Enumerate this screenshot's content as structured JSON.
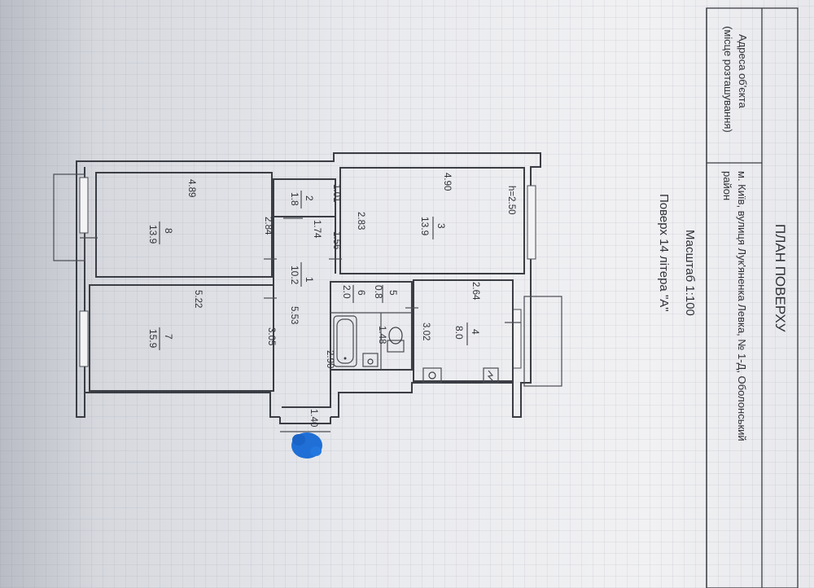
{
  "title_block": {
    "title": "ПЛАН ПОВЕРХУ",
    "address_label_line1": "Адреса об'єкта",
    "address_label_line2": "(місце розташування)",
    "address_line1": "м. Київ, вулиця Лук'яненка Левка, № 1-Д, Оболонський",
    "address_line2": "район",
    "scale": "Масштаб 1:100",
    "floor": "Поверх 14 літера \"А\""
  },
  "height_note": "h=2.50",
  "rooms": [
    {
      "id": "8",
      "area": "13.9"
    },
    {
      "id": "7",
      "area": "15.9"
    },
    {
      "id": "2",
      "area": "1.8"
    },
    {
      "id": "1",
      "area": "10.2"
    },
    {
      "id": "3",
      "area": "13.9"
    },
    {
      "id": "5",
      "area": "0.8"
    },
    {
      "id": "6",
      "area": "2.0"
    },
    {
      "id": "4",
      "area": "8.0"
    }
  ],
  "dimensions": {
    "r8_len": "4.89",
    "r8_wid": "2.84",
    "r7_len": "5.22",
    "r7_wid": "3.05",
    "r2_len": "1.01",
    "r2_wid": "1.74",
    "r1_a": "1.56",
    "r1_len": "5.53",
    "r1_b": "2.90",
    "r3_len": "4.90",
    "r3_wid": "2.83",
    "r4_len": "2.64",
    "r4_wid": "3.02",
    "r6_wid": "1.48",
    "entry": "1.40"
  },
  "colors": {
    "ink": "#3b3d44",
    "stamp": "#1f6fd6",
    "paper": "#eceef1"
  }
}
